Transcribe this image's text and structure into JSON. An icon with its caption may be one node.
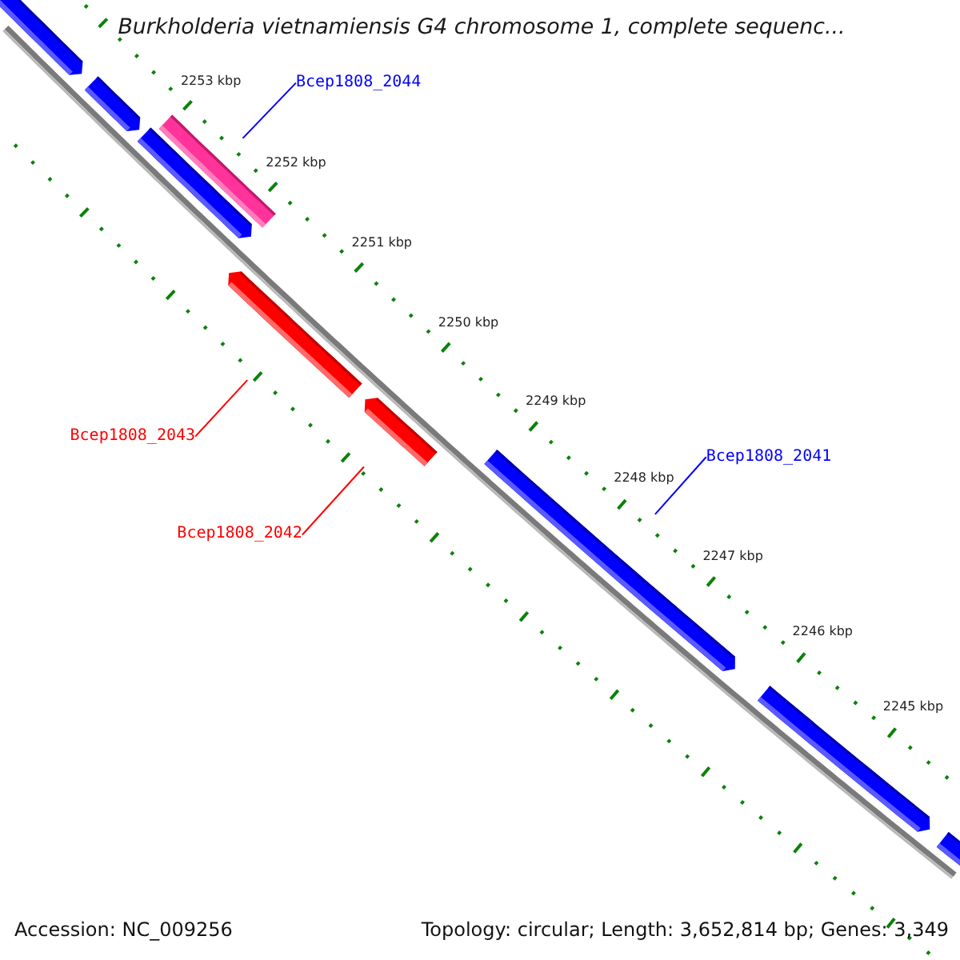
{
  "diagram": {
    "title": "Burkholderia vietnamiensis G4 chromosome 1, complete sequenc...",
    "nodes": [
      {
        "text": [],
        "shape": "arrow"
      },
      {
        "text": [],
        "shape": "arrow"
      },
      {
        "text": [
          "Bcep1808_2044"
        ]
      },
      {
        "text": [],
        "shape": "bar"
      },
      {
        "text": [],
        "shape": "arrow"
      },
      {
        "text": [],
        "shape": "arrow"
      },
      {
        "text": [],
        "shape": "arrow"
      },
      {
        "text": [
          "Bcep1808_2043"
        ]
      },
      {
        "text": [
          "Bcep1808_2041"
        ]
      },
      {
        "text": [],
        "shape": "arrow"
      },
      {
        "text": [
          "Bcep1808_2042"
        ]
      },
      {
        "text": [],
        "shape": "arrow"
      },
      {
        "text": [],
        "shape": "arrow"
      }
    ],
    "edges": [
      {
        "from": 2,
        "to": 4,
        "arrow": "none",
        "color": "#0000ff"
      },
      {
        "from": 7,
        "to": 5,
        "arrow": "none",
        "color": "#ff0000"
      },
      {
        "from": 8,
        "to": 9,
        "arrow": "none",
        "color": "#0000ff"
      },
      {
        "from": 10,
        "to": 6,
        "arrow": "none",
        "color": "#ff0000"
      }
    ],
    "labels": [
      "2253 kbp",
      "2252 kbp",
      "2251 kbp",
      "2250 kbp",
      "2249 kbp",
      "2248 kbp",
      "2247 kbp",
      "2246 kbp",
      "2245 kbp",
      "Accession: NC_009256",
      "Topology: circular; Length: 3,652,814 bp; Genes: 3,349"
    ]
  }
}
